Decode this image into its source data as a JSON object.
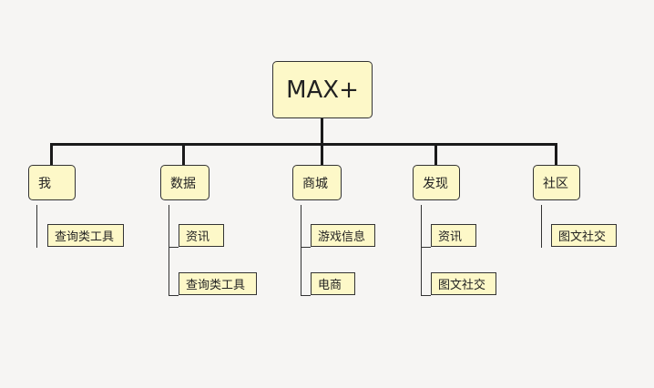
{
  "root": {
    "label": "MAX+"
  },
  "nodes": [
    {
      "label": "我",
      "children": [
        "查询类工具"
      ]
    },
    {
      "label": "数据",
      "children": [
        "资讯",
        "查询类工具"
      ]
    },
    {
      "label": "商城",
      "children": [
        "游戏信息",
        "电商"
      ]
    },
    {
      "label": "发现",
      "children": [
        "资讯",
        "图文社交"
      ]
    },
    {
      "label": "社区",
      "children": [
        "图文社交"
      ]
    }
  ],
  "colors": {
    "node_fill": "#fdf8c8",
    "node_border": "#333333",
    "line": "#1a1a1a",
    "background": "#f6f5f3"
  }
}
